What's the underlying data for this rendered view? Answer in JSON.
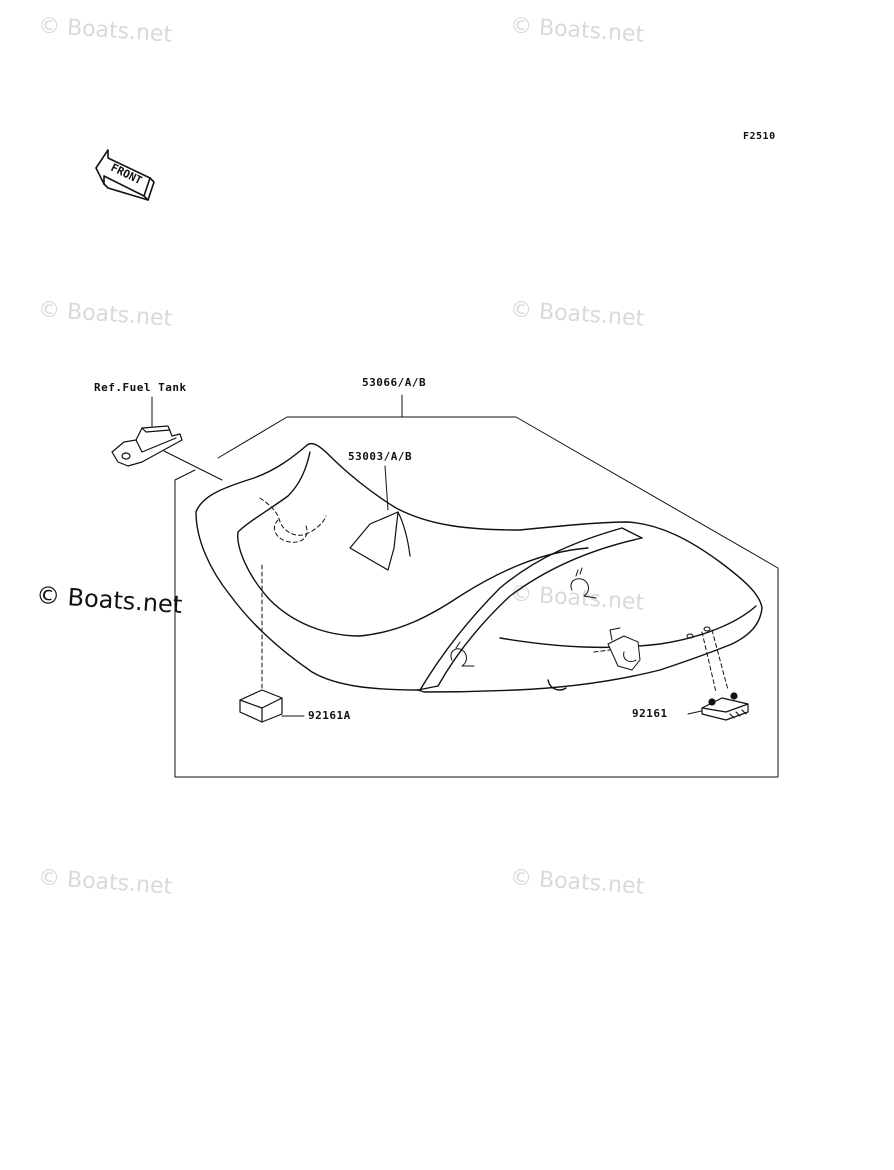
{
  "watermark": {
    "text": "© Boats.net"
  },
  "figure_code": "F2510",
  "front_arrow_label": "FRONT",
  "callouts": {
    "ref_fuel_tank": "Ref.Fuel Tank",
    "seat_assy": "53066/A/B",
    "label": "53003/A/B",
    "pad_left": "92161A",
    "damper_right": "92161"
  }
}
